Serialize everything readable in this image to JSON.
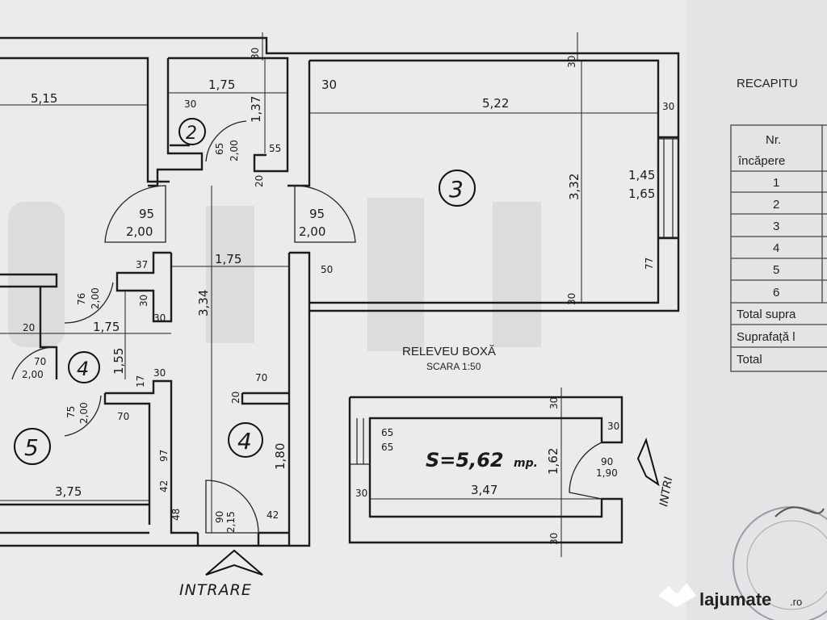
{
  "plan": {
    "rooms": [
      {
        "id": "room-2",
        "label": "2"
      },
      {
        "id": "room-3",
        "label": "3"
      },
      {
        "id": "room-4-hall",
        "label": "4"
      },
      {
        "id": "room-4-bath",
        "label": "4"
      },
      {
        "id": "room-5",
        "label": "5"
      }
    ],
    "dimensions": {
      "d515": "5,15",
      "d175a": "1,75",
      "d30a": "30",
      "d137": "1,37",
      "d30b": "30",
      "d522": "5,22",
      "d30c": "30",
      "d30d": "30",
      "d30e": "30",
      "d332": "3,32",
      "d145": "1,45",
      "d165": "1,65",
      "d77": "77",
      "d30f": "30",
      "d65": "65",
      "d200a": "2,00",
      "d55": "55",
      "d20a": "20",
      "d95a": "95",
      "d200b": "2,00",
      "d95b": "95",
      "d200c": "2,00",
      "d37": "37",
      "d175b": "1,75",
      "d50": "50",
      "d76": "76",
      "d200d": "2,00",
      "d30g": "30",
      "d30h": "30",
      "d334": "3,34",
      "d20b": "20",
      "d175c": "1,75",
      "d155": "1,55",
      "d70a": "70",
      "d200e": "2,00",
      "d17": "17",
      "d30i": "30",
      "d70b": "70",
      "d75": "75",
      "d200f": "2,00",
      "d70c": "70",
      "d20c": "20",
      "d180": "1,80",
      "d97": "97",
      "d375": "3,75",
      "d42a": "42",
      "d48": "48",
      "d90": "90",
      "d215": "2,15",
      "d42b": "42"
    },
    "entrance_label": "INTRARE"
  },
  "storage": {
    "title": "RELEVEU BOXĂ",
    "scale": "SCARA 1:50",
    "area": "S=5,62",
    "area_unit": "mp.",
    "dims": {
      "d30a": "30",
      "d30b": "30",
      "d65a": "65",
      "d65b": "65",
      "d162": "1,62",
      "d90": "90",
      "d190": "1,90",
      "d30c": "30",
      "d347": "3,47",
      "d30d": "30"
    },
    "entry_label": "INTRI"
  },
  "recap": {
    "title": "RECAPITU",
    "header": [
      "Nr.",
      "încăpere"
    ],
    "rows": [
      "1",
      "2",
      "3",
      "4",
      "5",
      "6"
    ],
    "totals": [
      "Total supra",
      "Suprafață l",
      "Total"
    ]
  },
  "watermark": {
    "brand": "lajumate",
    "suffix": ".ro"
  }
}
